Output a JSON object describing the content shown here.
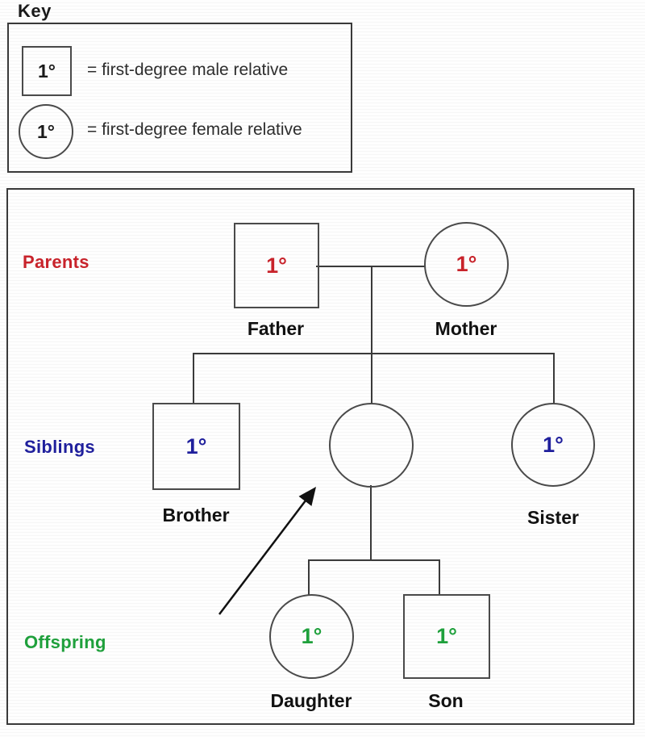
{
  "colors": {
    "line": "#3a3a3a",
    "text": "#1a1a1a",
    "parents": "#c8232b",
    "siblings": "#1f1f9c",
    "offspring": "#1fa03c"
  },
  "key": {
    "title": "Key",
    "entries": [
      {
        "shape": "square",
        "symbol": "1°",
        "label": "= first-degree male relative"
      },
      {
        "shape": "circle",
        "symbol": "1°",
        "label": "= first-degree female relative"
      }
    ]
  },
  "pedigree": {
    "rows": [
      {
        "label": "Parents"
      },
      {
        "label": "Siblings"
      },
      {
        "label": "Offspring"
      }
    ],
    "members": {
      "father": {
        "name": "Father",
        "symbol": "1°",
        "shape": "square"
      },
      "mother": {
        "name": "Mother",
        "symbol": "1°",
        "shape": "circle"
      },
      "brother": {
        "name": "Brother",
        "symbol": "1°",
        "shape": "square"
      },
      "proband": {
        "name": "",
        "symbol": "",
        "shape": "circle"
      },
      "sister": {
        "name": "Sister",
        "symbol": "1°",
        "shape": "circle"
      },
      "daughter": {
        "name": "Daughter",
        "symbol": "1°",
        "shape": "circle"
      },
      "son": {
        "name": "Son",
        "symbol": "1°",
        "shape": "square"
      }
    }
  }
}
